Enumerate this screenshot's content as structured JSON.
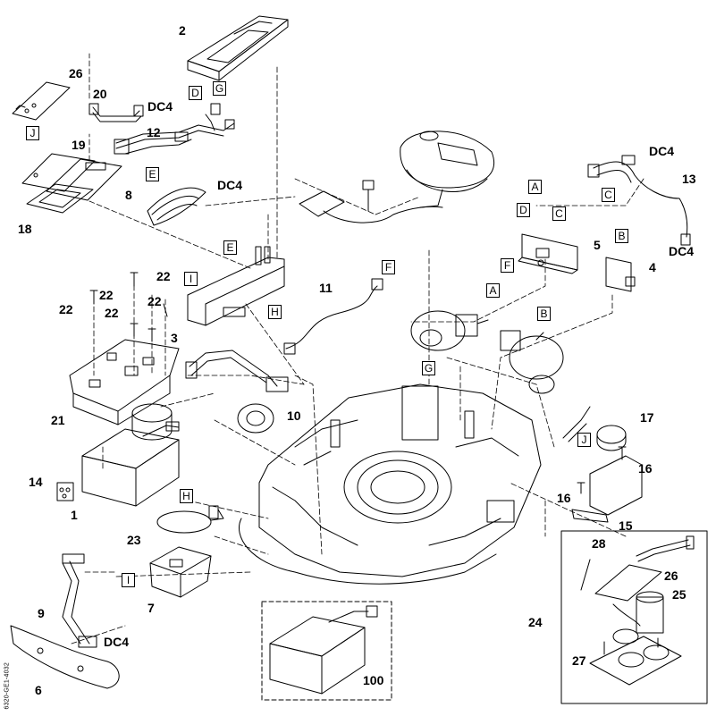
{
  "labels": {
    "n2": "2",
    "n26a": "26",
    "n20": "20",
    "nDC4a": "DC4",
    "n12": "12",
    "n19": "19",
    "n18": "18",
    "n8": "8",
    "nDC4b": "DC4",
    "n22a": "22",
    "n22b": "22",
    "n22c": "22",
    "n22d": "22",
    "n22e": "22",
    "n3": "3",
    "n11": "11",
    "n21": "21",
    "n10": "10",
    "n14": "14",
    "n1": "1",
    "n23": "23",
    "n7": "7",
    "n9": "9",
    "nDC4c": "DC4",
    "n6": "6",
    "n100": "100",
    "nDC4d": "DC4",
    "n13": "13",
    "nDC4e": "DC4",
    "n5": "5",
    "n4": "4",
    "n17": "17",
    "n16a": "16",
    "n16b": "16",
    "n15": "15",
    "n28": "28",
    "n26b": "26",
    "n25": "25",
    "n24": "24",
    "n27": "27"
  },
  "boxed_letters": {
    "D1": "D",
    "G1": "G",
    "J1": "J",
    "E1": "E",
    "E2": "E",
    "I1": "I",
    "H1": "H",
    "F1": "F",
    "A1": "A",
    "D2": "D",
    "C1": "C",
    "F2": "F",
    "A2": "A",
    "B1": "B",
    "G2": "G",
    "J2": "J",
    "H2": "H",
    "I2": "I",
    "C2": "C",
    "B2": "B"
  },
  "doc_id": "6320-GE1-4032",
  "colors": {
    "line": "#000000",
    "background": "#ffffff"
  }
}
